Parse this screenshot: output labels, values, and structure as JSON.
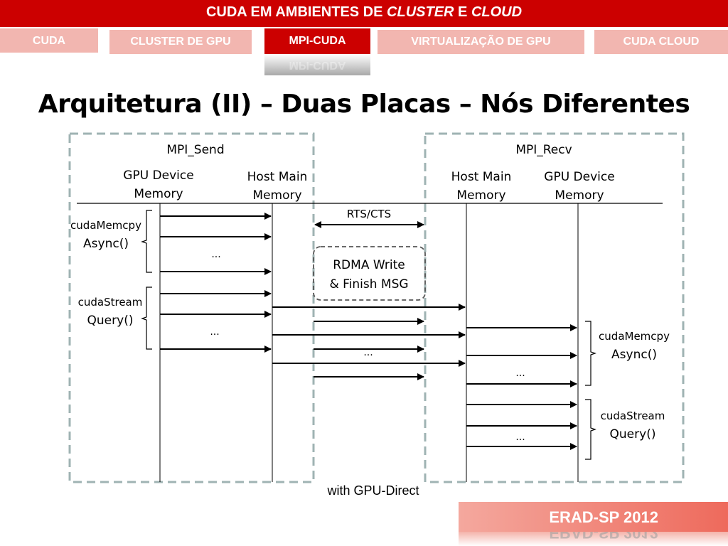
{
  "header": {
    "title_part1": "CUDA EM AMBIENTES DE",
    "title_part2": "CLUSTER",
    "title_part3": "E",
    "title_part4": "CLOUD"
  },
  "tabs": [
    {
      "label": "CUDA",
      "active": false
    },
    {
      "label": "CLUSTER DE GPU",
      "active": false
    },
    {
      "label": "MPI-CUDA",
      "active": true
    },
    {
      "label": "VIRTUALIZAÇÃO DE GPU",
      "active": false
    },
    {
      "label": "CUDA CLOUD",
      "active": false
    }
  ],
  "slide": {
    "title": "Arquitetura (II) – Duas Placas – Nós Diferentes"
  },
  "diagram": {
    "send_box_title": "MPI_Send",
    "recv_box_title": "MPI_Recv",
    "send_gpu_label_1": "GPU Device",
    "send_gpu_label_2": "Memory",
    "send_host_label_1": "Host Main",
    "send_host_label_2": "Memory",
    "recv_host_label_1": "Host Main",
    "recv_host_label_2": "Memory",
    "recv_gpu_label_1": "GPU Device",
    "recv_gpu_label_2": "Memory",
    "rts_cts": "RTS/CTS",
    "rdma_1": "RDMA Write",
    "rdma_2": "& Finish MSG",
    "left_group1_1": "cudaMemcpy",
    "left_group1_2": "Async()",
    "left_group2_1": "cudaStream",
    "left_group2_2": "Query()",
    "right_group1_1": "cudaMemcpy",
    "right_group1_2": "Async()",
    "right_group2_1": "cudaStream",
    "right_group2_2": "Query()",
    "ellipsis": "...",
    "footer_note": "with GPU-Direct"
  },
  "footer": {
    "event": "ERAD-SP 2012"
  },
  "colors": {
    "header_red": "#cc0000",
    "tab_inactive": "#f2b6b0",
    "dashed_border": "#9fb3b3"
  }
}
